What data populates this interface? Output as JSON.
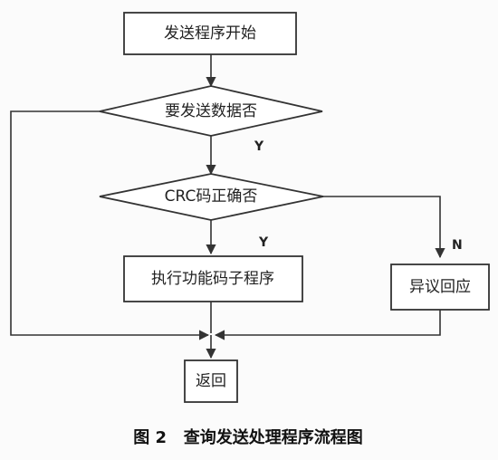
{
  "nodes": {
    "start": "发送程序开始",
    "check_send": "要发送数据否",
    "check_crc": "CRC码正确否",
    "exec_func": "执行功能码子程序",
    "exception": "异议回应",
    "return": "返回"
  },
  "edges": {
    "yes_send": "Y",
    "yes_crc": "Y",
    "no_crc": "N"
  },
  "caption": "图 2   查询发送处理程序流程图",
  "colors": {
    "stroke": "#333333",
    "text": "#222222",
    "background": "#fbfbfb"
  }
}
